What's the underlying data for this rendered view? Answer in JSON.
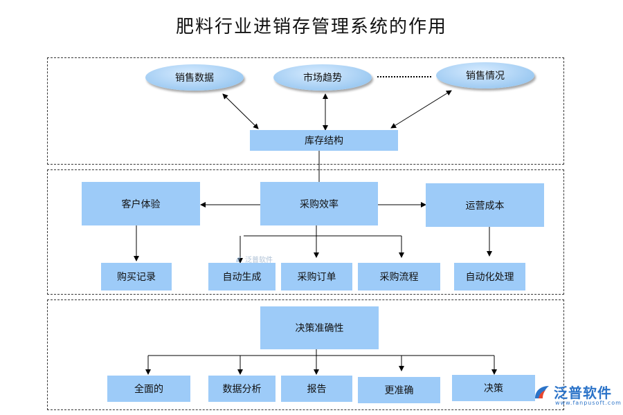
{
  "title": "肥料行业进销存管理系统的作用",
  "top": {
    "sales_data": "销售数据",
    "market_trend": "市场趋势",
    "sales_status": "销售情况",
    "inventory_structure": "库存结构"
  },
  "middle": {
    "customer_experience": "客户体验",
    "purchase_efficiency": "采购效率",
    "operating_cost": "运营成本",
    "purchase_record": "购买记录",
    "auto_generate": "自动生成",
    "purchase_order": "采购订单",
    "purchase_process": "采购流程",
    "automated_processing": "自动化处理"
  },
  "bottom": {
    "decision_accuracy": "决策准确性",
    "comprehensive": "全面的",
    "data_analysis": "数据分析",
    "report": "报告",
    "more_accurate": "更准确",
    "decision": "决策"
  },
  "watermark": {
    "center_text": "泛普软件",
    "brand": "泛普软件",
    "url": "www.fanpusoft.com"
  }
}
